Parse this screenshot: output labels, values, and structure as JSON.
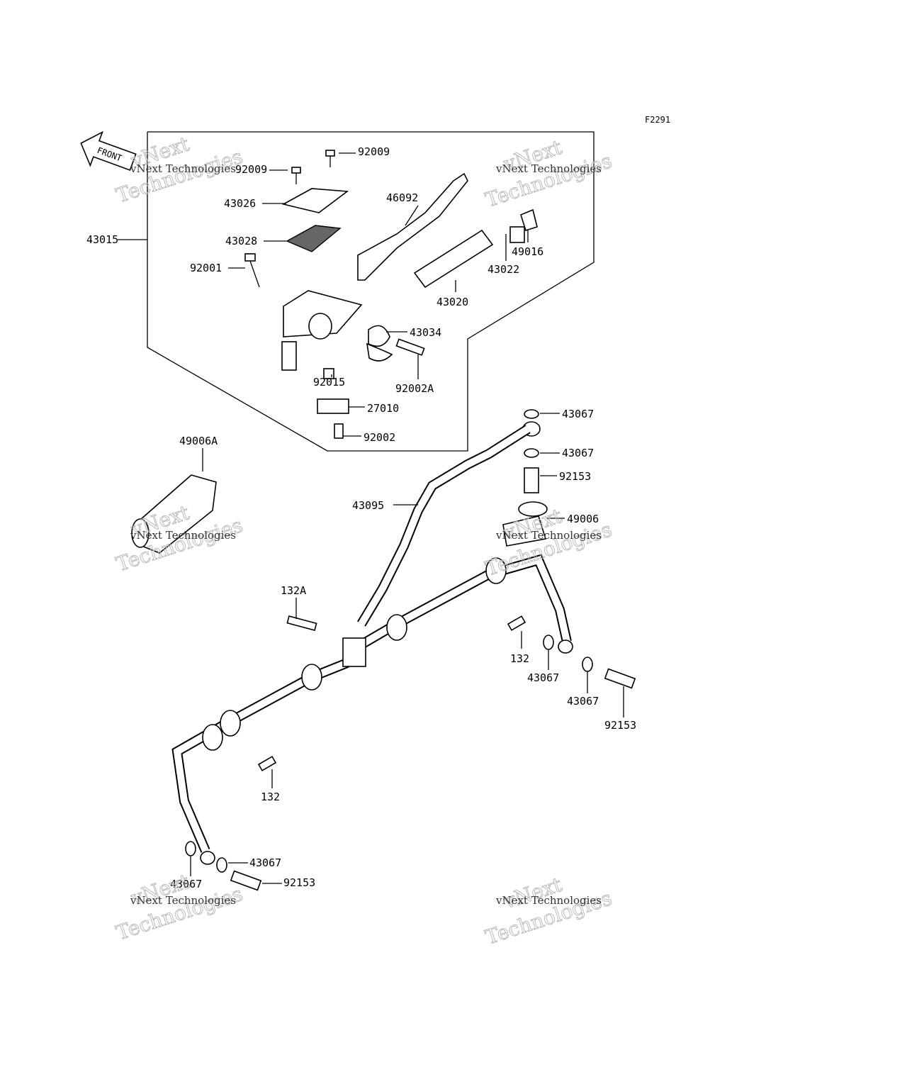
{
  "diagram_code": "F2291",
  "front_label": "FRONT",
  "watermark": {
    "line1": "vNext",
    "line2": "Technologies",
    "caption": "vNext Technologies"
  },
  "labels": [
    "92009",
    "92009",
    "43026",
    "43028",
    "43015",
    "92001",
    "46092",
    "49016",
    "43022",
    "43020",
    "43034",
    "92015",
    "92002A",
    "27010",
    "92002",
    "43067",
    "43067",
    "92153",
    "49006",
    "49006A",
    "43095",
    "132A",
    "132",
    "43067",
    "43067",
    "92153",
    "132",
    "43067",
    "43067",
    "92153"
  ]
}
